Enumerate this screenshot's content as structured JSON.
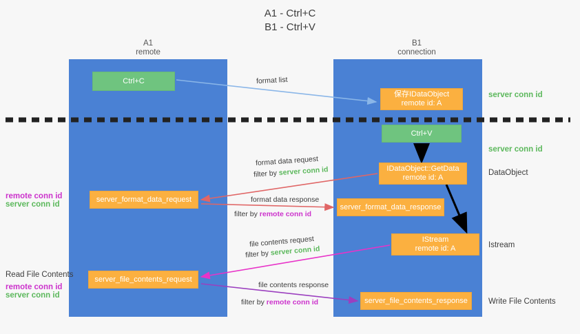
{
  "title": {
    "line1": "A1 - Ctrl+C",
    "line2": "B1 - Ctrl+V"
  },
  "columns": [
    {
      "name": "A1",
      "sub": "remote"
    },
    {
      "name": "B1",
      "sub": "connection"
    }
  ],
  "nodes": {
    "ctrl_c": {
      "label": "Ctrl+C",
      "color": "#6fc47f"
    },
    "idataobject": {
      "line1": "保存IDataObject",
      "line2": "remote id: A",
      "color": "#fbb040"
    },
    "ctrl_v": {
      "label": "Ctrl+V",
      "color": "#6fc47f"
    },
    "getdata": {
      "line1": "IDataObject::GetData",
      "line2": "remote id: A",
      "color": "#fbb040"
    },
    "format_data_request": {
      "label": "server_format_data_request",
      "color": "#fbb040"
    },
    "format_data_response": {
      "label": "server_format_data_response",
      "color": "#fbb040"
    },
    "istream": {
      "line1": "IStream",
      "line2": "remote id: A",
      "color": "#fbb040"
    },
    "file_contents_request": {
      "label": "server_file_contents_request",
      "color": "#fbb040"
    },
    "file_contents_response": {
      "label": "server_file_contents_response",
      "color": "#fbb040"
    }
  },
  "annotations": {
    "format_list": "format list",
    "format_data_request_line1": "format data request",
    "format_data_request_filter_prefix": "filter by ",
    "format_data_request_filter_value": "server conn id",
    "format_data_response_line1": "format data response",
    "format_data_response_filter_prefix": "filter by ",
    "format_data_response_filter_value": "remote conn id",
    "file_contents_request_line1": "file contents request",
    "file_contents_request_filter_prefix": "filter by ",
    "file_contents_request_filter_value": "server conn id",
    "file_contents_response_line1": "file contents response",
    "file_contents_response_filter_prefix": "filter by ",
    "file_contents_response_filter_value": "remote conn id"
  },
  "side_labels": {
    "server_conn_id_top": "server conn id",
    "server_conn_id_mid": "server conn id",
    "dataobject": "DataObject",
    "istream": "Istream",
    "write_file_contents": "Write File Contents",
    "left_remote_conn_id_1": "remote conn id",
    "left_server_conn_id_1": "server conn id",
    "read_file_contents": "Read File Contents",
    "left_remote_conn_id_2": "remote conn id",
    "left_server_conn_id_2": "server conn id"
  },
  "colors": {
    "lane": "#4a81d4",
    "green_box": "#6fc47f",
    "orange_box": "#fbb040",
    "green_text": "#5cb85c",
    "magenta_text": "#cc33cc",
    "arrow_blue": "#8ab6e8",
    "arrow_red": "#e06666",
    "arrow_magenta": "#e833c8",
    "arrow_purple": "#9b3fbf",
    "arrow_black": "#000000",
    "background": "#f7f7f7"
  }
}
